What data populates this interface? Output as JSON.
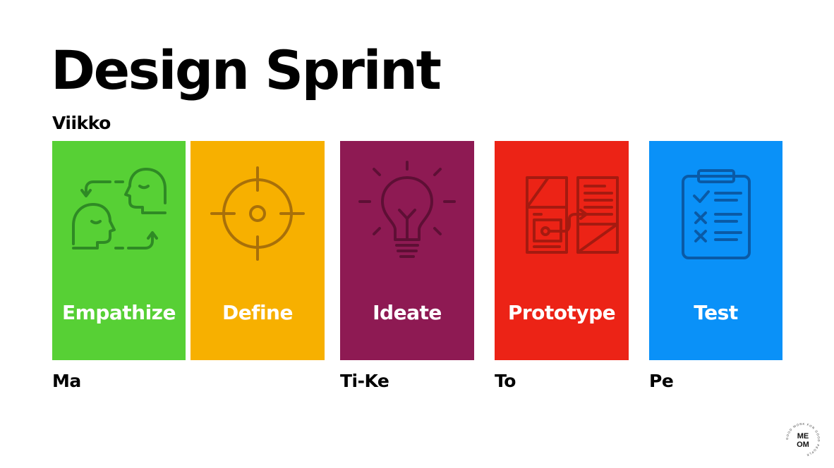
{
  "slide": {
    "title": "Design Sprint",
    "subtitle": "Viikko"
  },
  "phases": [
    {
      "label": "Empathize",
      "color": "#57d035",
      "icon": "two-heads-exchange-icon"
    },
    {
      "label": "Define",
      "color": "#f7b000",
      "icon": "crosshair-target-icon"
    },
    {
      "label": "Ideate",
      "color": "#8e1a53",
      "icon": "lightbulb-icon"
    },
    {
      "label": "Prototype",
      "color": "#ec2316",
      "icon": "wireframe-flow-icon"
    },
    {
      "label": "Test",
      "color": "#0a91f8",
      "icon": "checklist-clipboard-icon"
    }
  ],
  "days": [
    "Ma",
    "Ti-Ke",
    "To",
    "Pe"
  ],
  "logo": {
    "text_top": "ME",
    "text_bottom": "OM",
    "ring_text": "GOOD WORK FOR GOOD PEOPLE",
    "icon": "meom-logo-icon"
  }
}
